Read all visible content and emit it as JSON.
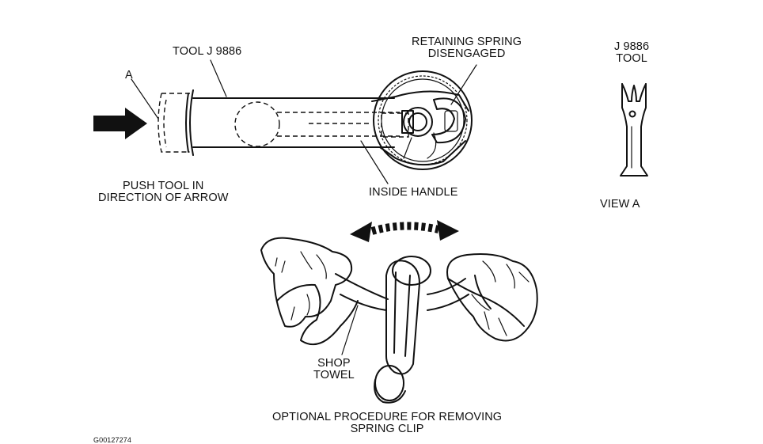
{
  "labels": {
    "tool_j9886": "TOOL J 9886",
    "label_a": "A",
    "retaining_spring_line1": "RETAINING SPRING",
    "retaining_spring_line2": "DISENGAGED",
    "view_tool_line1": "J 9886",
    "view_tool_line2": "TOOL",
    "push_tool_line1": "PUSH TOOL IN",
    "push_tool_line2": "DIRECTION OF ARROW",
    "inside_handle": "INSIDE HANDLE",
    "view_a": "VIEW  A",
    "shop_towel_line1": "SHOP",
    "shop_towel_line2": "TOWEL",
    "optional_line1": "OPTIONAL PROCEDURE FOR REMOVING",
    "optional_line2": "SPRING CLIP",
    "figure_id": "G00127274"
  }
}
